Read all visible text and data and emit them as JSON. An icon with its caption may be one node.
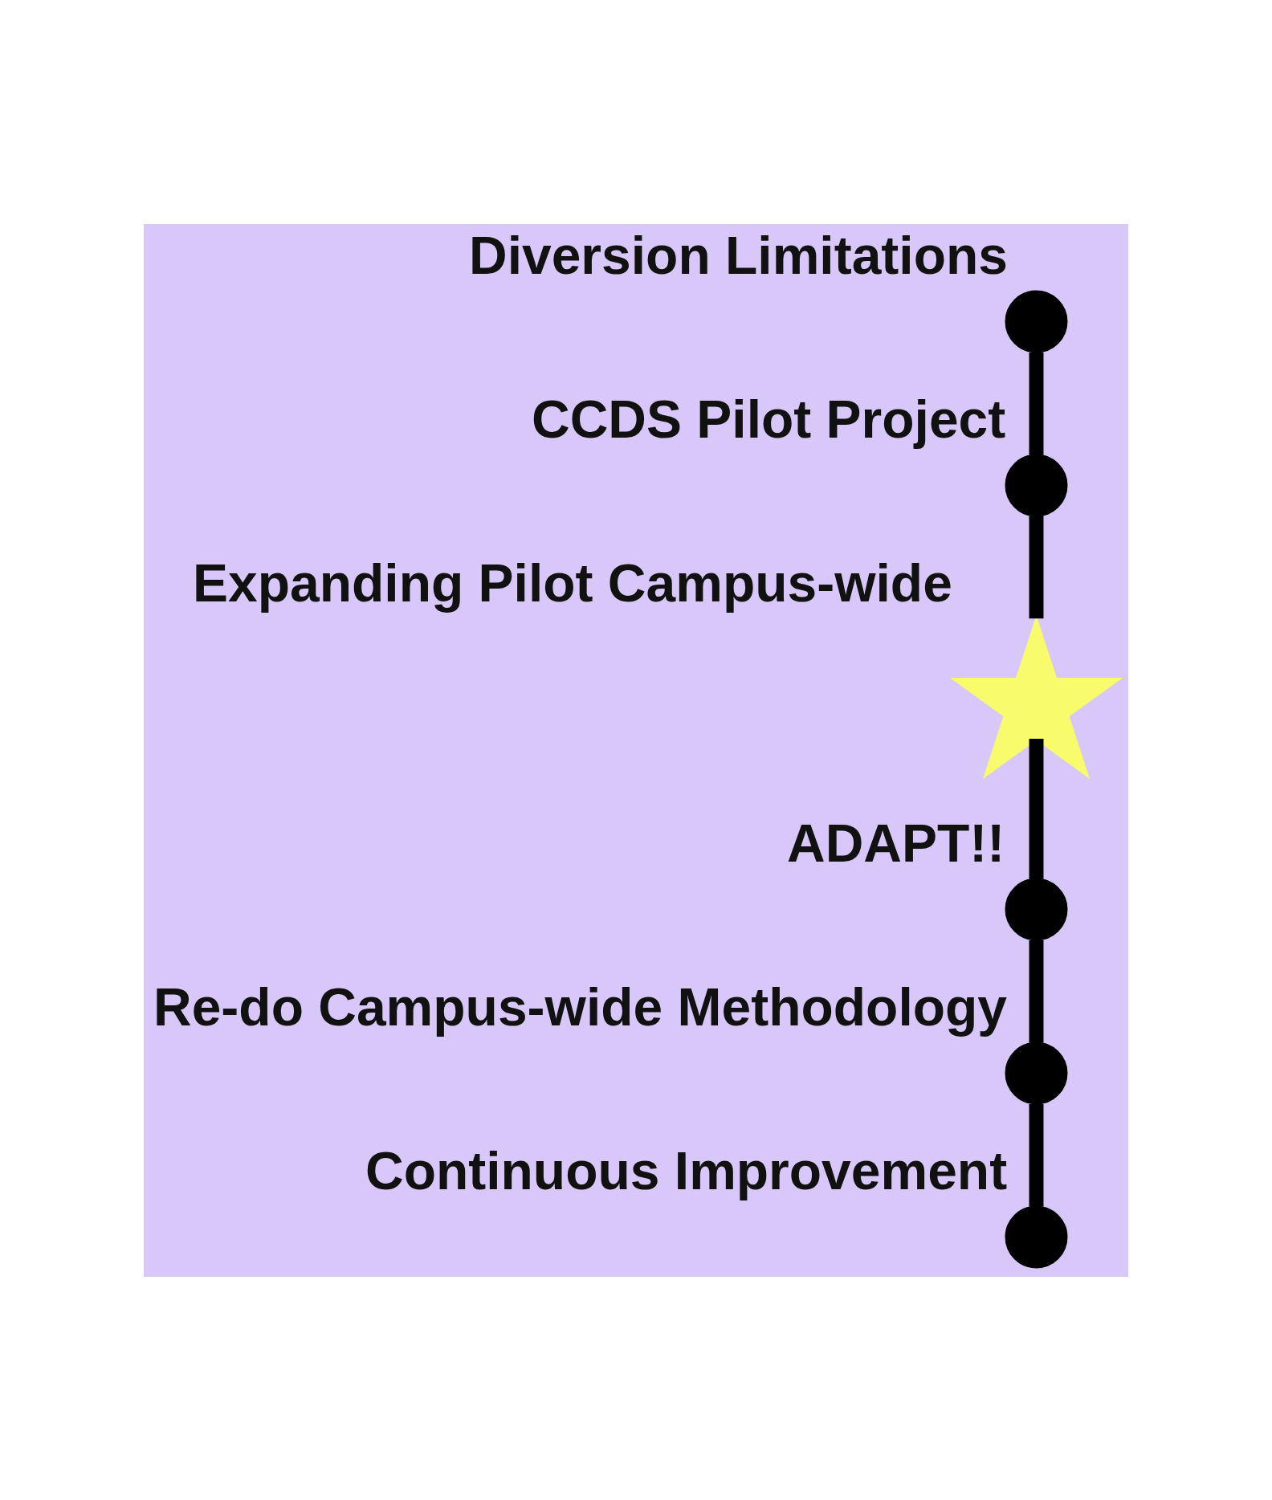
{
  "diagram": {
    "nodes": [
      {
        "text": [],
        "shape": "circle",
        "beside": [
          "Diversion Limitations"
        ]
      },
      {
        "text": [],
        "shape": "circle",
        "beside": [
          "CCDS Pilot Project"
        ]
      },
      {
        "text": [],
        "shape": "star",
        "beside": [
          "Expanding Pilot Campus-wide"
        ]
      },
      {
        "text": [],
        "shape": "circle",
        "beside": [
          "ADAPT!!"
        ]
      },
      {
        "text": [],
        "shape": "circle",
        "beside": [
          "Re-do Campus-wide Methodology"
        ]
      },
      {
        "text": [],
        "shape": "circle",
        "beside": [
          "Continuous Improvement"
        ]
      }
    ],
    "edges": [
      {
        "from": 0,
        "to": 1,
        "arrow": "none"
      },
      {
        "from": 1,
        "to": 2,
        "arrow": "none"
      },
      {
        "from": 2,
        "to": 3,
        "arrow": "none"
      },
      {
        "from": 3,
        "to": 4,
        "arrow": "none"
      },
      {
        "from": 4,
        "to": 5,
        "arrow": "none"
      }
    ]
  }
}
